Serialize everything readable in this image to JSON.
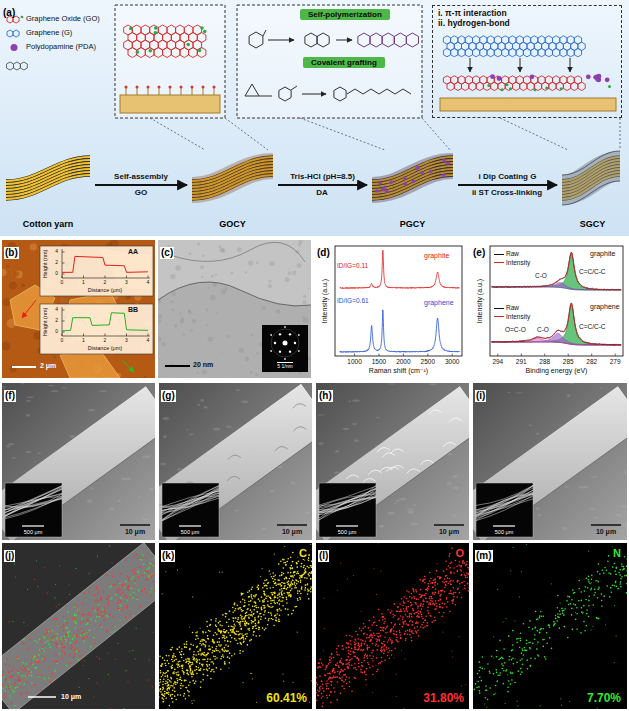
{
  "diagram": {
    "nodes": [
      {
        "text": [
          "(a)"
        ]
      },
      {
        "text": [
          "Self-polymerization"
        ],
        "in": 0
      },
      {
        "text": [
          "Covalent grafting"
        ],
        "in": 0
      },
      {
        "text": [
          "i. π-π interaction",
          "ii. hydrogen-bond"
        ],
        "in": 0
      },
      {
        "text": [
          "Cotton yarn"
        ],
        "in": 0
      },
      {
        "text": [
          "GOCY"
        ],
        "in": 0
      },
      {
        "text": [
          "PGCY"
        ],
        "in": 0
      },
      {
        "text": [
          "SGCY"
        ],
        "in": 0
      },
      {
        "text": [
          "(b)"
        ]
      },
      {
        "text": [
          "(c)"
        ]
      },
      {
        "text": [
          "(d)"
        ]
      },
      {
        "text": [
          "(e)"
        ]
      },
      {
        "text": [
          "(f)"
        ]
      },
      {
        "text": [
          "(g)"
        ]
      },
      {
        "text": [
          "(h)"
        ]
      },
      {
        "text": [
          "(i)"
        ]
      },
      {
        "text": [
          "(j)"
        ]
      },
      {
        "text": [
          "(k)"
        ]
      },
      {
        "text": [
          "(l)"
        ]
      },
      {
        "text": [
          "(m)"
        ]
      }
    ],
    "edges": [
      {
        "from": 4,
        "to": 5,
        "arrow": "to",
        "label": "Self-assembly"
      },
      {
        "from": 5,
        "to": 6,
        "arrow": "to",
        "label": "Tris-HCl (pH=8.5)"
      },
      {
        "from": 6,
        "to": 7,
        "arrow": "to",
        "label": "i Dip Coating G"
      }
    ],
    "labels": [
      "GO",
      "DA",
      "ii ST Cross-linking",
      "AA",
      "Height (nm)",
      "4",
      "2",
      "0",
      "0",
      "1",
      "2",
      "3",
      "4",
      "Distance (μm)",
      "BB",
      "Height (nm)",
      "4",
      "2",
      "0",
      "0",
      "1",
      "2",
      "3",
      "4",
      "Distance (μm)",
      "2 μm",
      "20 nm",
      "5 1/nm",
      "ID/IG=0.11",
      "graphite",
      "ID/IG=0.61",
      "graphene",
      "Intensity (a.u.)",
      "1000",
      "1500",
      "2000",
      "2500",
      "3000",
      "Raman shift (cm⁻¹)",
      "graphite",
      "C-O",
      "C=C/C-C",
      "graphene",
      "O=C-O",
      "C-O",
      "C=C/C-C",
      "Intensity (a.u.)",
      "294",
      "291",
      "288",
      "285",
      "282",
      "279",
      "Binding energy (eV)",
      "500 μm",
      "10 μm",
      "500 μm",
      "10 μm",
      "500 μm",
      "10 μm",
      "500 μm",
      "10 μm",
      "10 μm",
      "C",
      "60.41%",
      "O",
      "31.80%",
      "N",
      "7.70%"
    ],
    "legend": [
      {
        "text": "Graphene Oxide (GO)"
      },
      {
        "text": "Graphene (G)"
      },
      {
        "text": "Polydopamine (PDA)"
      },
      {
        "text": "Raw"
      },
      {
        "text": "Intensity"
      },
      {
        "text": "Raw"
      },
      {
        "text": "Intensity"
      }
    ]
  }
}
